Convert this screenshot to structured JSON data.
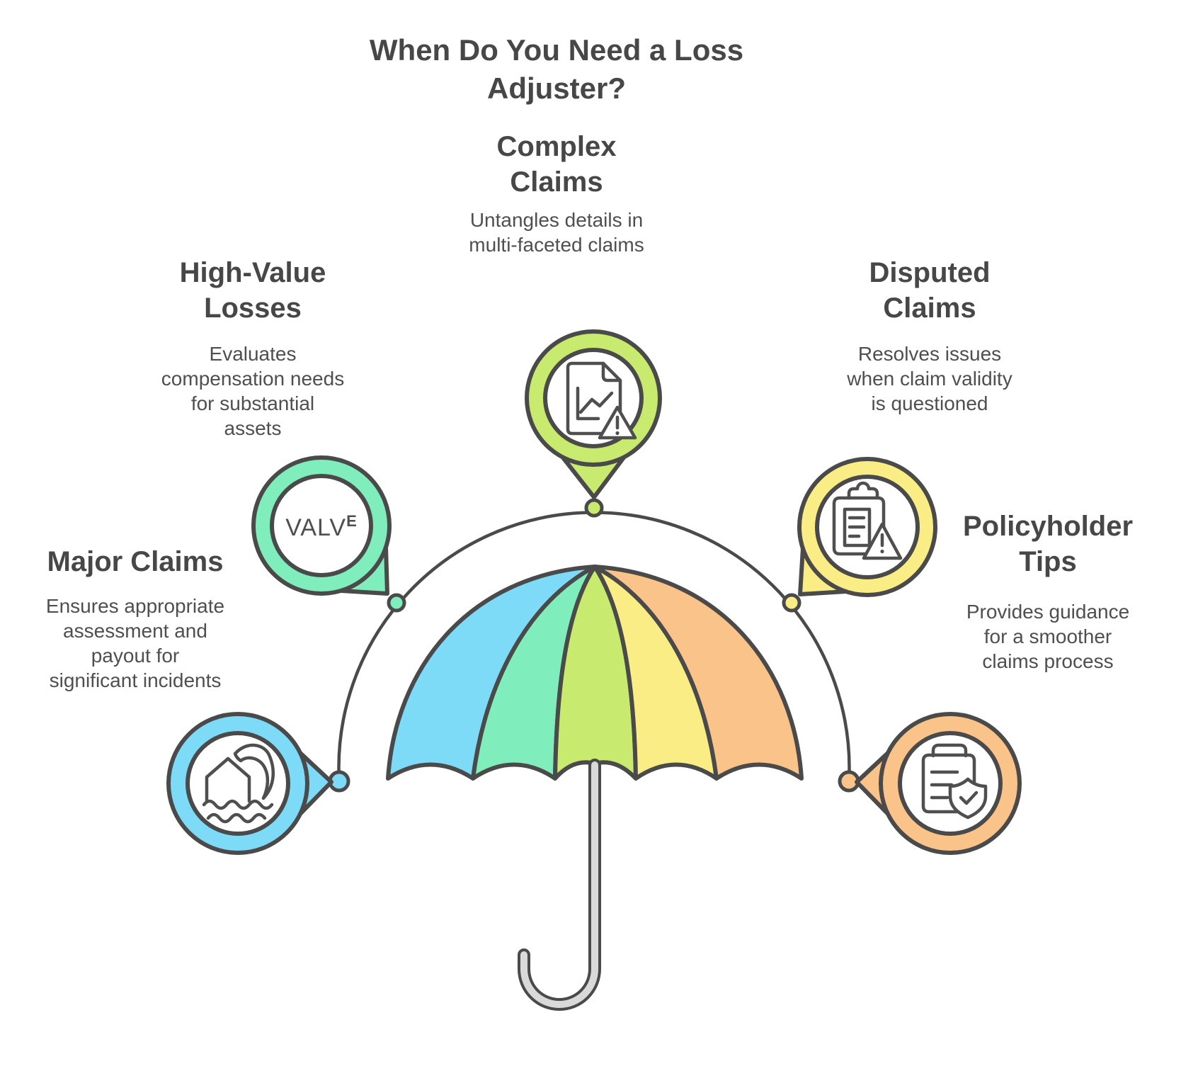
{
  "title": "When Do You Need a Loss\nAdjuster?",
  "sections": {
    "complex": {
      "heading": "Complex\nClaims",
      "description": "Untangles details in\nmulti-faceted claims",
      "icon": "document-chart-warning",
      "color": "#C8EA6E"
    },
    "high_value": {
      "heading": "High-Value\nLosses",
      "description": "Evaluates\ncompensation needs\nfor substantial\nassets",
      "icon": "value-text-badge",
      "color": "#80EDBC"
    },
    "disputed": {
      "heading": "Disputed\nClaims",
      "description": "Resolves issues\nwhen claim validity\nis questioned",
      "icon": "clipboard-warning",
      "color": "#FAED85"
    },
    "major": {
      "heading": "Major Claims",
      "description": "Ensures appropriate\nassessment and\npayout for\nsignificant incidents",
      "icon": "house-flood",
      "color": "#7EDBF8"
    },
    "policyholder": {
      "heading": "Policyholder\nTips",
      "description": "Provides guidance\nfor a smoother\nclaims process",
      "icon": "clipboard-check",
      "color": "#F9C389"
    }
  },
  "value_icon": {
    "main": "VALV",
    "sup": "E"
  },
  "colors": {
    "sky_blue": "#7EDBF8",
    "mint": "#80EDBC",
    "lime": "#C8EA6E",
    "yellow": "#FAED85",
    "orange": "#F9C389",
    "outline": "#4A4A4A",
    "icon_stroke": "#4F4F4F",
    "pole_gray": "#D9D9D9",
    "text_heading": "#474747",
    "text_body": "#4F4F4F"
  }
}
